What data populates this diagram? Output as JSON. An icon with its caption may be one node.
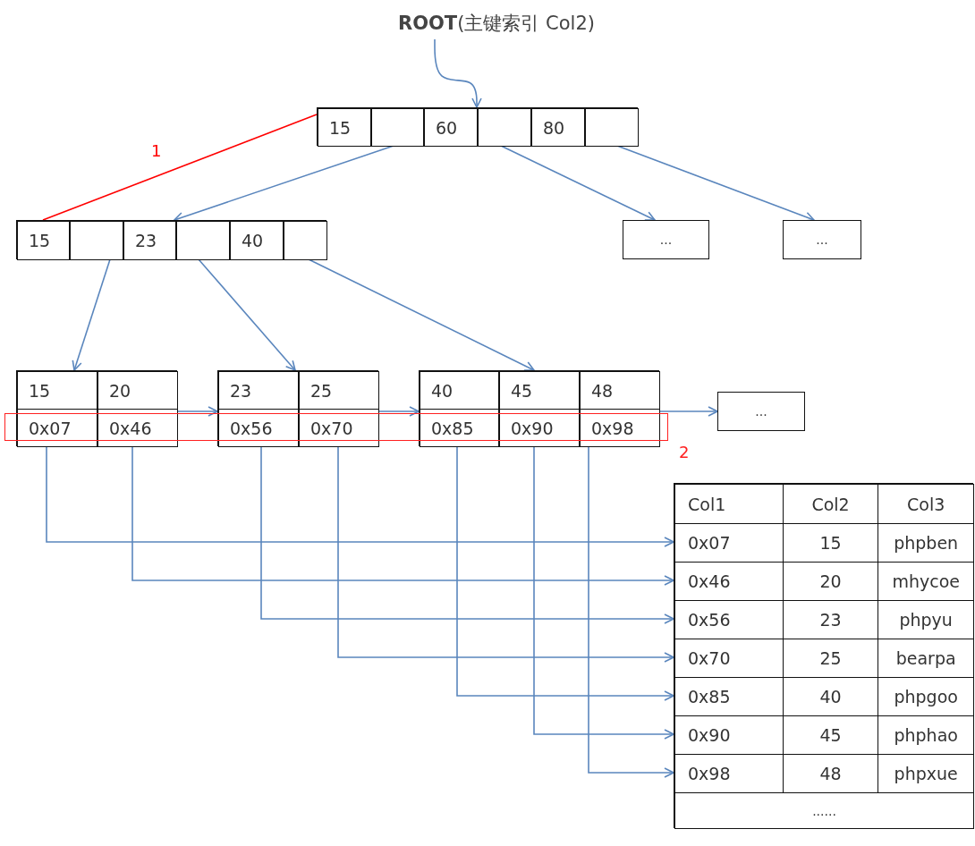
{
  "diagram": {
    "nodes": [
      {
        "text": [
          "**ROOT**(主键索引 Col2)"
        ]
      },
      {
        "text": [],
        "shape": "box"
      },
      {
        "text": [
          "15"
        ],
        "in": 1
      },
      {
        "text": [],
        "shape": "box",
        "in": 1
      },
      {
        "text": [
          "60"
        ],
        "in": 1
      },
      {
        "text": [],
        "shape": "box",
        "in": 1
      },
      {
        "text": [
          "80"
        ],
        "in": 1
      },
      {
        "text": [],
        "shape": "box",
        "in": 1
      },
      {
        "text": [],
        "shape": "box"
      },
      {
        "text": [
          "15"
        ],
        "in": 8
      },
      {
        "text": [],
        "shape": "box",
        "in": 8
      },
      {
        "text": [
          "23"
        ],
        "in": 8
      },
      {
        "text": [],
        "shape": "box",
        "in": 8
      },
      {
        "text": [
          "40"
        ],
        "in": 8
      },
      {
        "text": [],
        "shape": "box",
        "in": 8
      },
      {
        "text": [
          "..."
        ]
      },
      {
        "text": [
          "..."
        ]
      },
      {
        "text": [],
        "shape": "box"
      },
      {
        "text": [
          "15"
        ],
        "in": 17
      },
      {
        "text": [
          "20"
        ],
        "in": 17
      },
      {
        "text": [
          "0x07"
        ],
        "in": 17
      },
      {
        "text": [
          "0x46"
        ],
        "in": 17
      },
      {
        "text": [],
        "shape": "box"
      },
      {
        "text": [
          "23"
        ],
        "in": 22
      },
      {
        "text": [
          "25"
        ],
        "in": 22
      },
      {
        "text": [
          "0x56"
        ],
        "in": 22
      },
      {
        "text": [
          "0x70"
        ],
        "in": 22
      },
      {
        "text": [],
        "shape": "box"
      },
      {
        "text": [
          "40"
        ],
        "in": 27
      },
      {
        "text": [
          "45"
        ],
        "in": 27
      },
      {
        "text": [
          "48"
        ],
        "in": 27
      },
      {
        "text": [
          "0x85"
        ],
        "in": 27
      },
      {
        "text": [
          "0x90"
        ],
        "in": 27
      },
      {
        "text": [
          "0x98"
        ],
        "in": 27
      },
      {
        "text": [
          "..."
        ]
      },
      {
        "text": [],
        "shape": "box"
      },
      {
        "text": [
          "Col1",
          "Col2",
          "Col3"
        ],
        "in": 35
      },
      {
        "text": [
          "0x07",
          "15",
          "phpben"
        ],
        "in": 35
      },
      {
        "text": [
          "0x46",
          "20",
          "mhycoe"
        ],
        "in": 35
      },
      {
        "text": [
          "0x56",
          "23",
          "phpyu"
        ],
        "in": 35
      },
      {
        "text": [
          "0x70",
          "25",
          "bearpa"
        ],
        "in": 35
      },
      {
        "text": [
          "0x85",
          "40",
          "phpgoo"
        ],
        "in": 35
      },
      {
        "text": [
          "0x90",
          "45",
          "phphao"
        ],
        "in": 35
      },
      {
        "text": [
          "0x98",
          "48",
          "phpxue"
        ],
        "in": 35
      },
      {
        "text": [
          "......"
        ],
        "in": 35
      },
      {
        "text": [],
        "shape": "box",
        "beside": [
          "2"
        ]
      }
    ],
    "edges": [
      {
        "from": 0,
        "to": 1,
        "arrow": "to"
      },
      {
        "from": 3,
        "to": 8,
        "arrow": "to"
      },
      {
        "from": 5,
        "to": 15,
        "arrow": "to"
      },
      {
        "from": 7,
        "to": 16,
        "arrow": "to"
      },
      {
        "from": 10,
        "to": 17,
        "arrow": "to"
      },
      {
        "from": 12,
        "to": 22,
        "arrow": "to"
      },
      {
        "from": 14,
        "to": 27,
        "arrow": "to"
      },
      {
        "from": 17,
        "to": 22,
        "arrow": "to"
      },
      {
        "from": 22,
        "to": 27,
        "arrow": "to"
      },
      {
        "from": 27,
        "to": 34,
        "arrow": "to"
      },
      {
        "from": 20,
        "to": 37,
        "arrow": "to"
      },
      {
        "from": 21,
        "to": 38,
        "arrow": "to"
      },
      {
        "from": 25,
        "to": 39,
        "arrow": "to"
      },
      {
        "from": 26,
        "to": 40,
        "arrow": "to"
      },
      {
        "from": 31,
        "to": 41,
        "arrow": "to"
      },
      {
        "from": 32,
        "to": 42,
        "arrow": "to"
      },
      {
        "from": 33,
        "to": 43,
        "arrow": "to"
      },
      {
        "from": 1,
        "to": 8,
        "arrow": "none",
        "label": "1",
        "color": "#ff0000"
      }
    ]
  }
}
